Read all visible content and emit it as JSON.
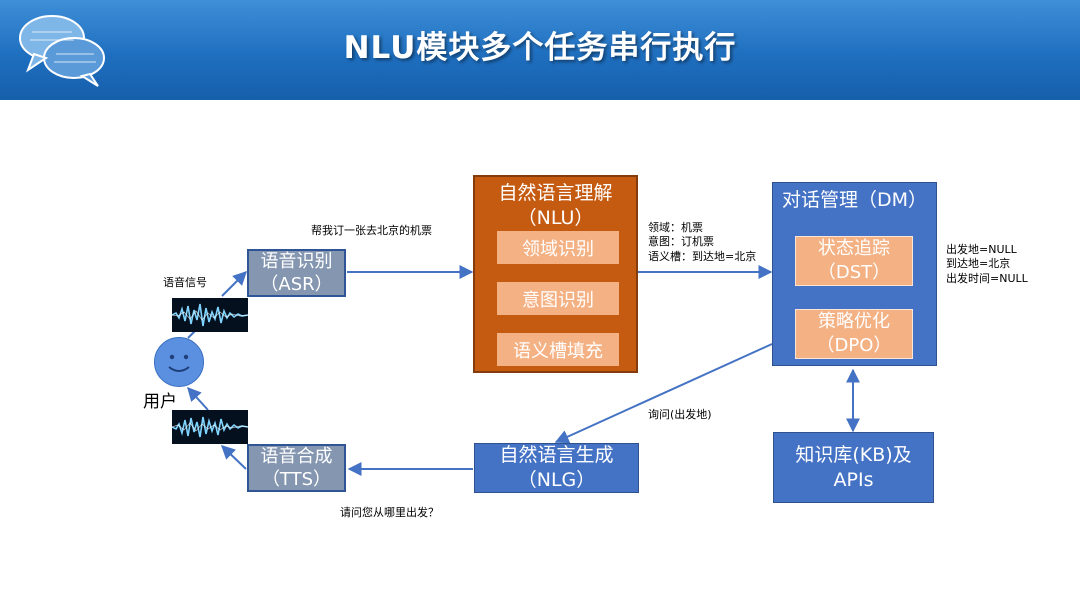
{
  "title": "NLU模块多个任务串行执行",
  "colors": {
    "header_blue": "#1f6fc0",
    "nlu_orange": "#c55a11",
    "sub_orange": "#f4b183",
    "box_blue": "#4472c4",
    "box_grey": "#8496b0",
    "arrow_blue": "#4472c4",
    "arrow_orange": "#c55a11"
  },
  "user": {
    "label": "用户",
    "icon": "smiley-face-icon"
  },
  "asr": {
    "line1": "语音识别",
    "line2": "（ASR）"
  },
  "tts": {
    "line1": "语音合成",
    "line2": "（TTS）"
  },
  "nlu": {
    "title1": "自然语言理解",
    "title2": "（NLU）",
    "steps": [
      "领域识别",
      "意图识别",
      "语义槽填充"
    ]
  },
  "dm": {
    "title": "对话管理（DM）",
    "dst": {
      "line1": "状态追踪",
      "line2": "（DST）"
    },
    "dpo": {
      "line1": "策略优化",
      "line2": "（DPO）"
    }
  },
  "nlg": {
    "line1": "自然语言生成",
    "line2": "（NLG）"
  },
  "kb": {
    "line1": "知识库(KB)及",
    "line2": "APIs"
  },
  "labels": {
    "speech_signal": "语音信号",
    "user_utterance": "帮我订一张去北京的机票",
    "nlu_output": [
      "领域：机票",
      "意图：订机票",
      "语义槽：到达地=北京"
    ],
    "dm_state": [
      "出发地=NULL",
      "到达地=北京",
      "出发时间=NULL"
    ],
    "dm_action": "询问(出发地)",
    "system_reply": "请问您从哪里出发？"
  }
}
